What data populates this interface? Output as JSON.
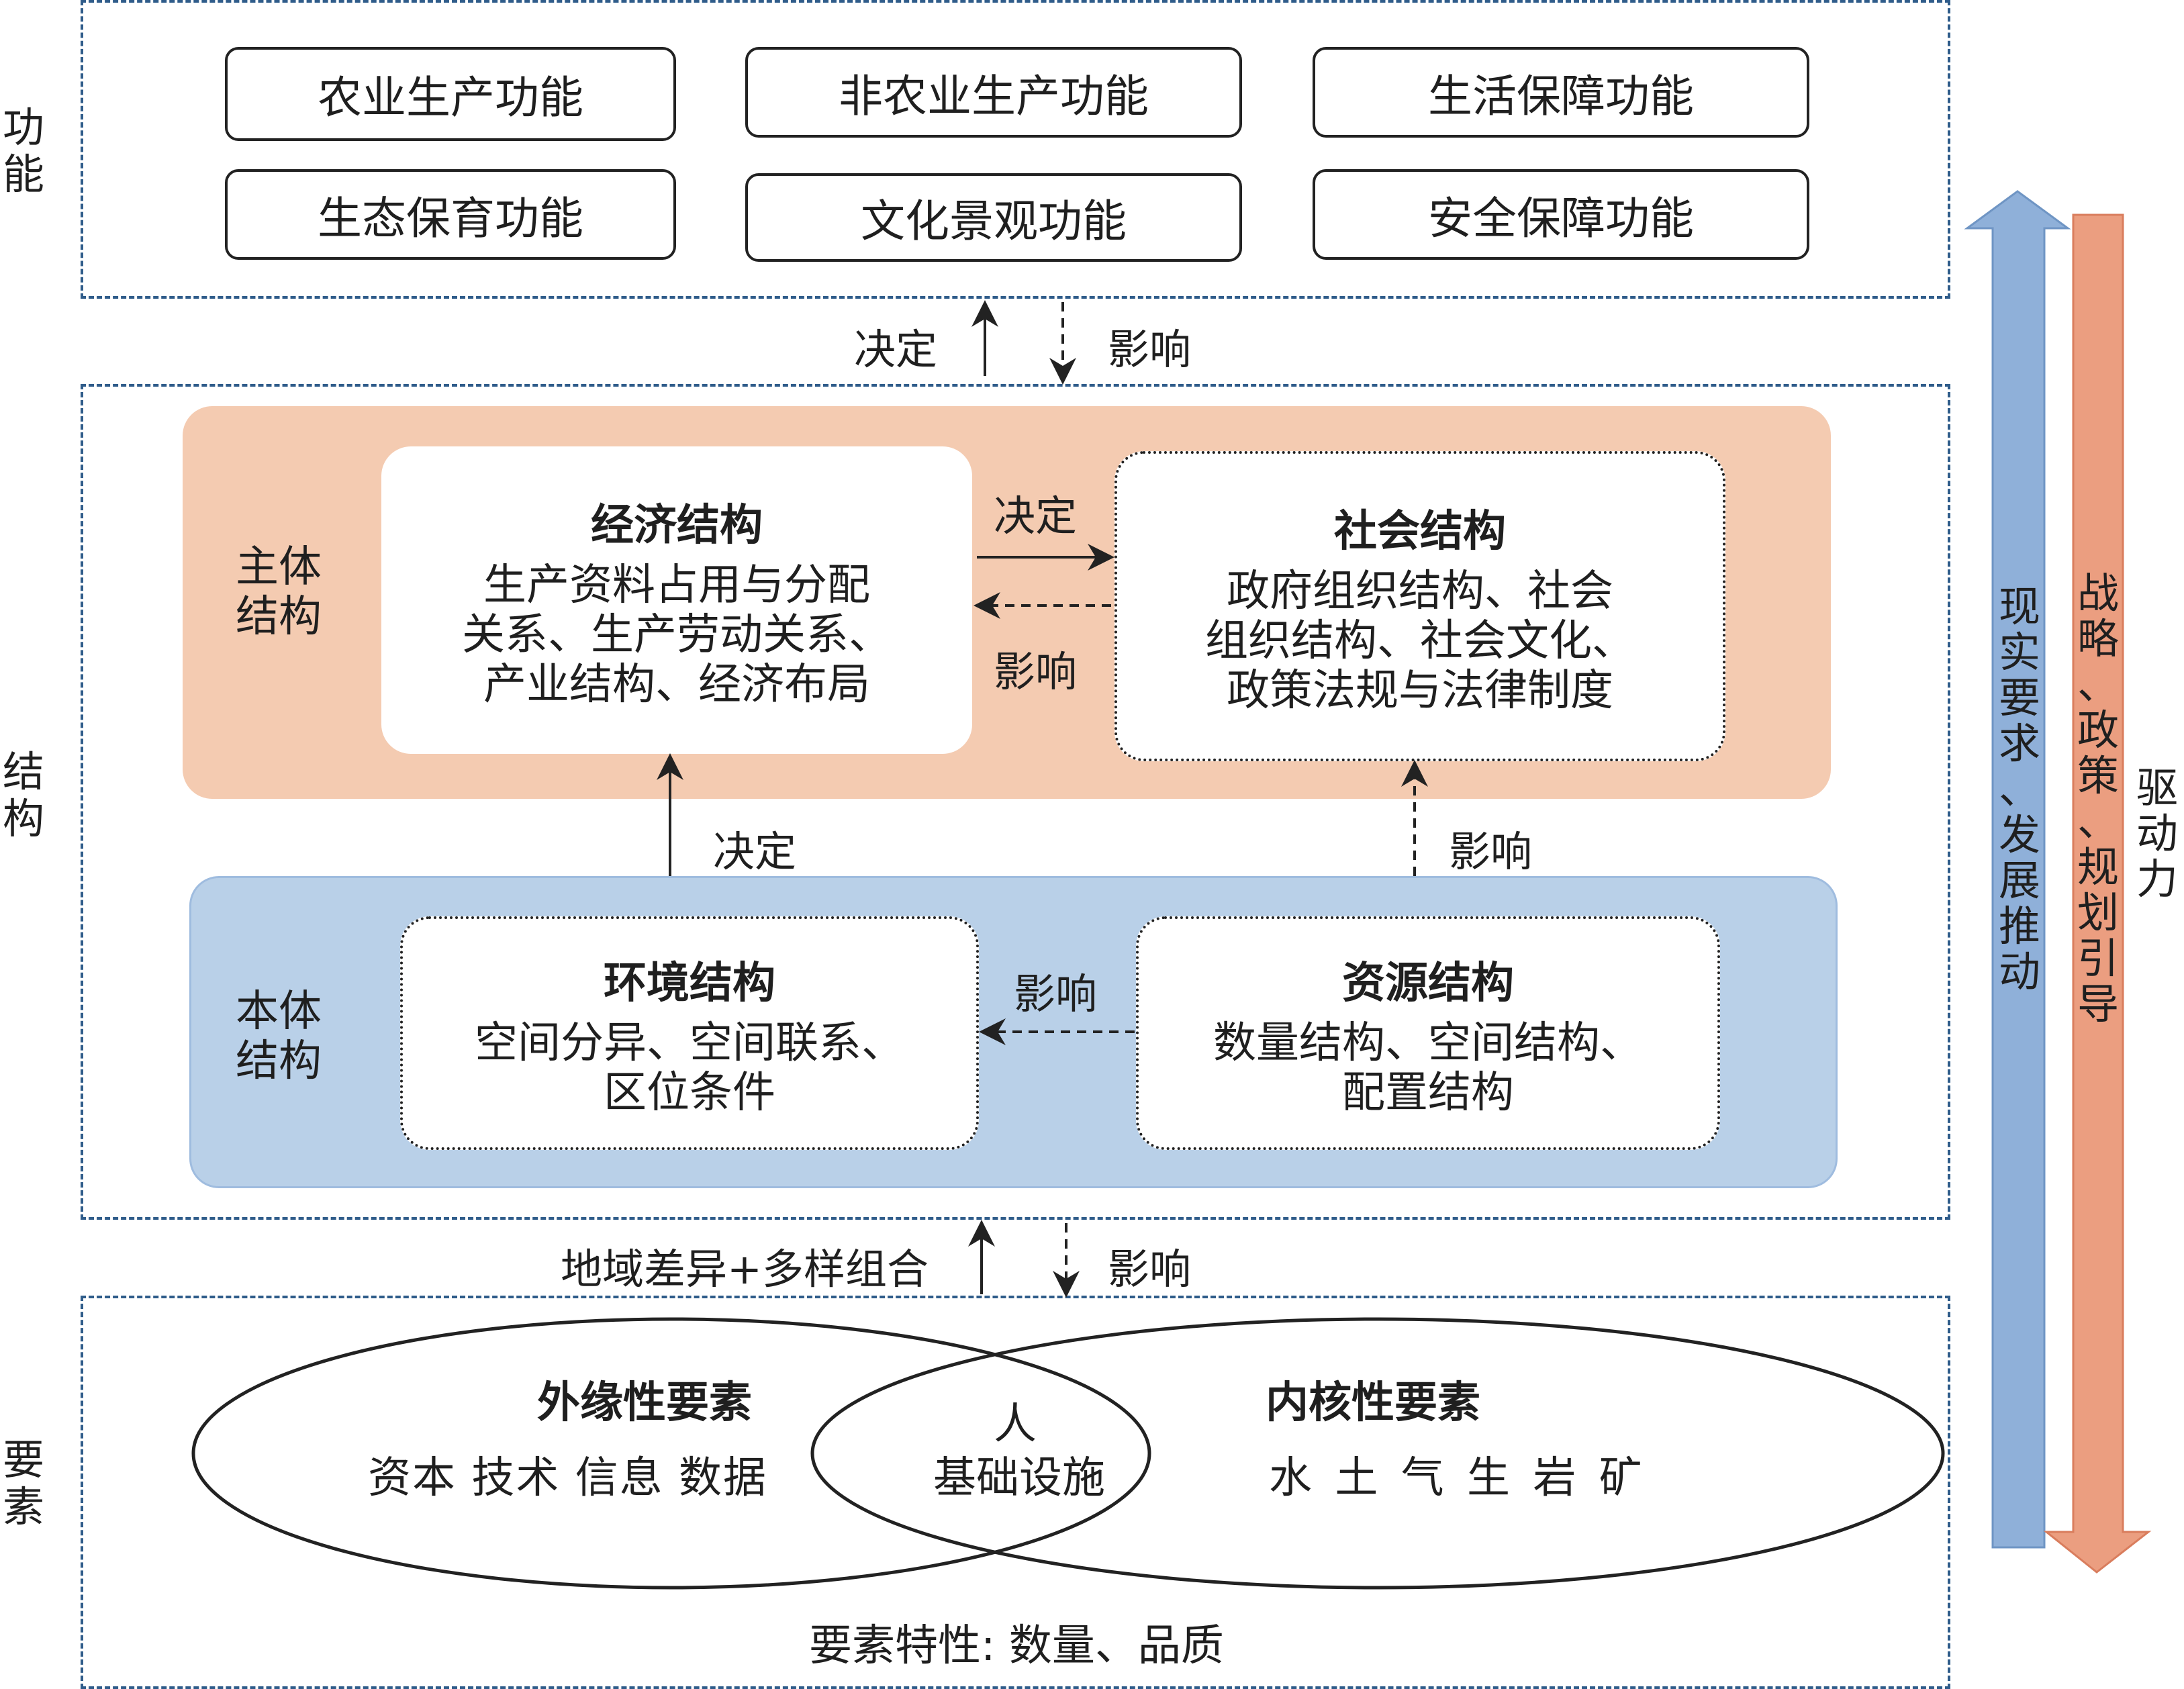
{
  "side_labels": {
    "function": "功能",
    "structure": "结构",
    "elements": "要素",
    "driving_force": "驱动力"
  },
  "functions": [
    "农业生产功能",
    "非农业生产功能",
    "生活保障功能",
    "生态保育功能",
    "文化景观功能",
    "安全保障功能"
  ],
  "relations": {
    "func_determine": "决定",
    "func_influence": "影响",
    "econ_to_social": "决定",
    "social_to_econ": "影响",
    "env_to_econ": "决定",
    "res_to_social": "影响",
    "res_to_env": "影响",
    "elements_up": "地域差异+多样组合",
    "elements_influence": "影响"
  },
  "subject_structure": {
    "label": "主体\n结构",
    "economic": {
      "title": "经济结构",
      "body": "生产资料占用与分配\n关系、生产劳动关系、\n产业结构、经济布局"
    },
    "social": {
      "title": "社会结构",
      "body": "政府组织结构、社会\n组织结构、社会文化、\n政策法规与法律制度"
    }
  },
  "ontology_structure": {
    "label": "本体\n结构",
    "environment": {
      "title": "环境结构",
      "body": "空间分异、空间联系、\n区位条件"
    },
    "resource": {
      "title": "资源结构",
      "body": "数量结构、空间结构、\n配置结构"
    }
  },
  "elements": {
    "external_title": "外缘性要素",
    "external_items": "资本 技术 信息 数据",
    "overlap_line1": "人",
    "overlap_line2": "基础设施",
    "internal_title": "内核性要素",
    "internal_items": "水 土 气 生 岩 矿",
    "characteristics": "要素特性: 数量、品质"
  },
  "drivers": {
    "up": "现实要求、发展推动",
    "down": "战略、政策、规划引导"
  },
  "colors": {
    "frame": "#2f5c8a",
    "subject_band": "#f4cbb1",
    "ontology_band": "#b9d0e8",
    "up_arrow": "#8fb0d9",
    "down_arrow": "#eb9e80"
  }
}
